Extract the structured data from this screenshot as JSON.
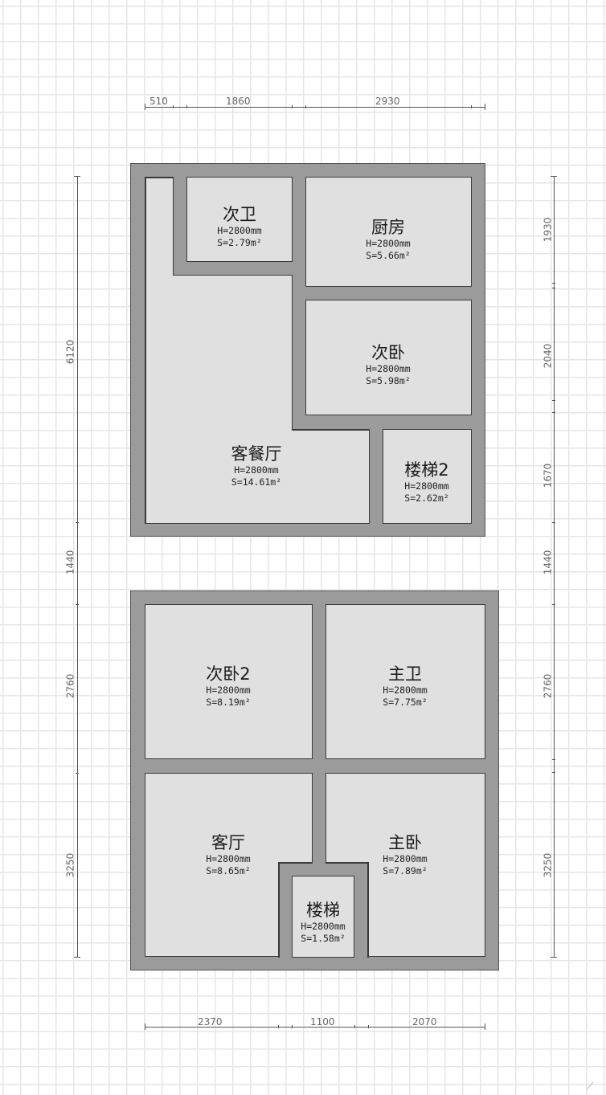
{
  "title": "",
  "height_label": "H=2800mm",
  "upper_floor": {
    "rooms": [
      {
        "id": "bath2",
        "name": "次卫",
        "height": "H=2800mm",
        "area": "S=2.79m²"
      },
      {
        "id": "kitchen",
        "name": "厨房",
        "height": "H=2800mm",
        "area": "S=5.66m²"
      },
      {
        "id": "bedroom2",
        "name": "次卧",
        "height": "H=2800mm",
        "area": "S=5.98m²"
      },
      {
        "id": "living_dining",
        "name": "客餐厅",
        "height": "H=2800mm",
        "area": "S=14.61m²"
      },
      {
        "id": "stairs2",
        "name": "楼梯2",
        "height": "H=2800mm",
        "area": "S=2.62m²"
      }
    ]
  },
  "lower_floor": {
    "rooms": [
      {
        "id": "bedroom2b",
        "name": "次卧2",
        "height": "H=2800mm",
        "area": "S=8.19m²"
      },
      {
        "id": "master_bath",
        "name": "主卫",
        "height": "H=2800mm",
        "area": "S=7.75m²"
      },
      {
        "id": "living",
        "name": "客厅",
        "height": "H=2800mm",
        "area": "S=8.65m²"
      },
      {
        "id": "master_bed",
        "name": "主卧",
        "height": "H=2800mm",
        "area": "S=7.89m²"
      },
      {
        "id": "stairs",
        "name": "楼梯",
        "height": "H=2800mm",
        "area": "S=1.58m²"
      }
    ]
  },
  "dimensions": {
    "top": [
      "510",
      "1860",
      "2930"
    ],
    "bottom": [
      "2370",
      "1100",
      "2070"
    ],
    "left": [
      "6120",
      "1440",
      "2760",
      "3250"
    ],
    "right": [
      "1930",
      "2040",
      "1670",
      "1440",
      "2760",
      "3250"
    ]
  }
}
